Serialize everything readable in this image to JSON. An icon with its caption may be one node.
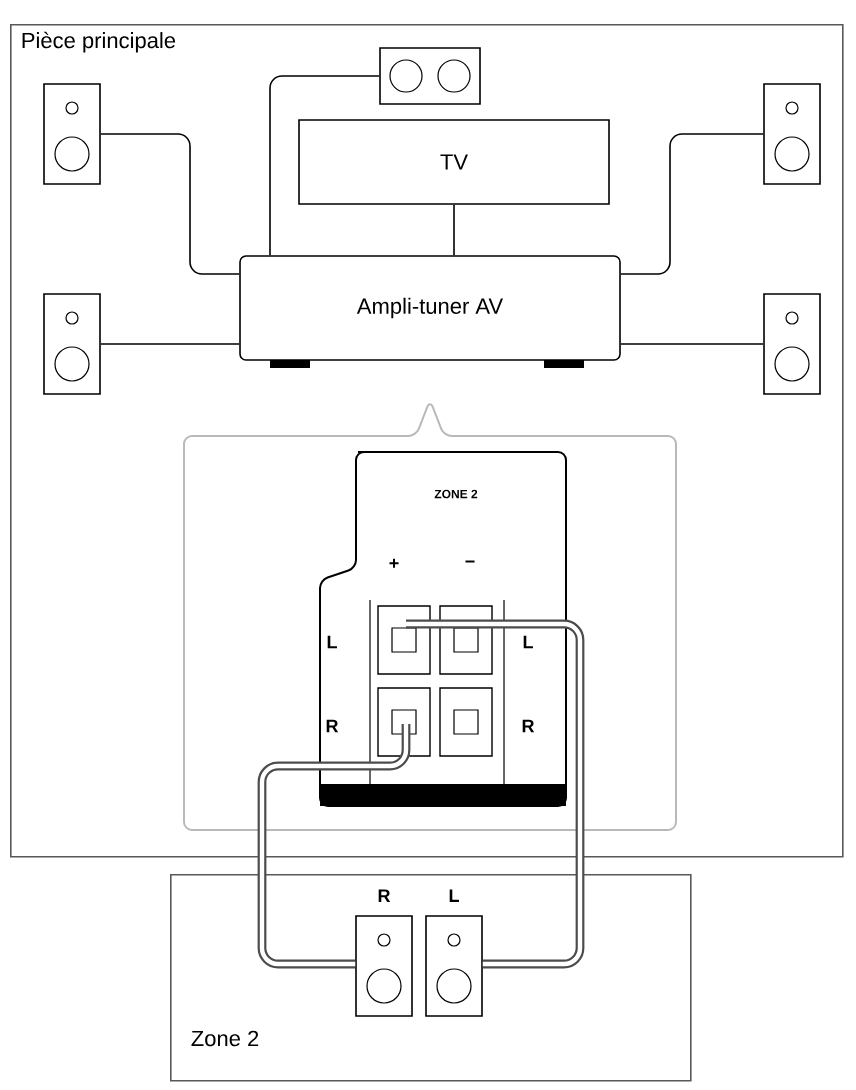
{
  "diagram": {
    "nodes": [
      {
        "text": [
          "Pièce principale"
        ]
      },
      {
        "text": [],
        "shape": "box",
        "in": 0
      },
      {
        "text": [],
        "shape": "box",
        "in": 0
      },
      {
        "text": [
          "TV"
        ],
        "in": 0
      },
      {
        "text": [],
        "shape": "box",
        "in": 0
      },
      {
        "text": [
          "Ampli-tuner AV"
        ],
        "in": 0
      },
      {
        "text": [],
        "shape": "box",
        "in": 0
      },
      {
        "text": [],
        "shape": "box",
        "in": 0
      },
      {
        "text": [],
        "shape": "box",
        "in": 0
      },
      {
        "text": [
          "ZONE 2",
          "+",
          "−",
          "L",
          "L",
          "R",
          "R"
        ],
        "in": 8
      },
      {
        "text": [
          "Zone 2"
        ]
      },
      {
        "text": [],
        "shape": "box",
        "in": 10,
        "beside": [
          "R"
        ]
      },
      {
        "text": [],
        "shape": "box",
        "in": 10,
        "beside": [
          "L"
        ]
      }
    ],
    "edges": [
      {
        "from": 3,
        "to": 5,
        "arrow": "none"
      },
      {
        "from": 1,
        "to": 5,
        "arrow": "none"
      },
      {
        "from": 2,
        "to": 5,
        "arrow": "none"
      },
      {
        "from": 4,
        "to": 5,
        "arrow": "none"
      },
      {
        "from": 6,
        "to": 5,
        "arrow": "none"
      },
      {
        "from": 7,
        "to": 5,
        "arrow": "none"
      },
      {
        "from": 9,
        "to": 12,
        "arrow": "none",
        "style": "thick"
      },
      {
        "from": 9,
        "to": 11,
        "arrow": "none",
        "style": "thick"
      }
    ]
  }
}
